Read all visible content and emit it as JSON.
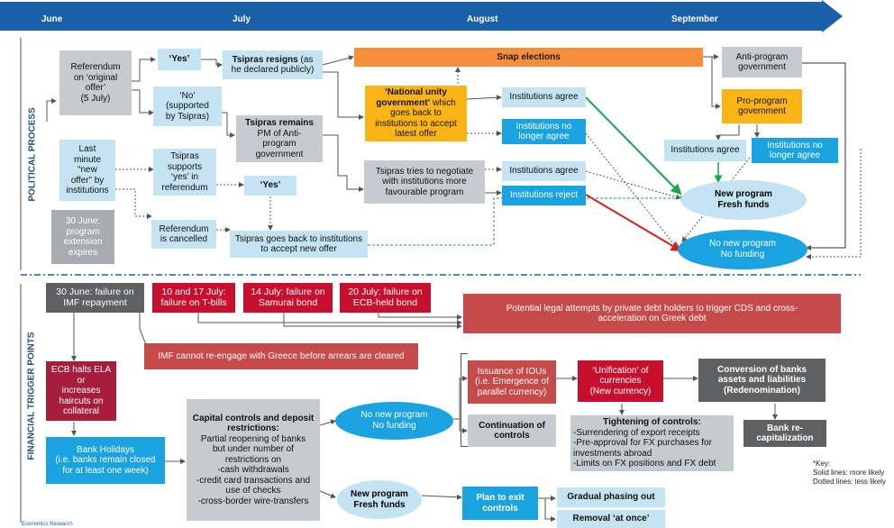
{
  "timeline": {
    "months": [
      "June",
      "July",
      "August",
      "September"
    ],
    "arrow_color": "#1a5fa8"
  },
  "sections": {
    "political": "POLITICAL PROCESS",
    "financial": "FINANCIAL TRIGGER POINTS"
  },
  "political": {
    "referendum_original": "Referendum\non ‘original\noffer’\n(5 July)",
    "yes1": "‘Yes’",
    "no1": "‘No’\n(supported\nby Tsipras)",
    "tsipras_resigns": "Tsipras resigns (as\nhe declared publicly)",
    "tsipras_remains": "Tsipras remains\nPM of Anti-\nprogram\ngovernment",
    "snap_elections": "Snap elections",
    "national_unity": "‘National unity\ngovernment’ which\ngoes back to\ninstitutions to accept\nlatest offer",
    "inst_agree_1": "Institutions agree",
    "inst_no_longer_1": "Institutions no\nlonger agree",
    "anti_program_gov": "Anti-program\ngovernment",
    "pro_program_gov": "Pro-program\ngovernment",
    "inst_agree_2": "Institutions agree",
    "inst_no_longer_2": "Institutions no\nlonger agree",
    "last_minute": "Last\nminute\n“new\noffer” by\ninstitutions",
    "tsipras_supports": "Tsipras\nsupports\n‘yes’ in\nreferendum",
    "yes2": "‘Yes’",
    "tsipras_negotiate": "Tsipras tries to negotiate\nwith institutions more\nfavourable program",
    "inst_agree_3": "Institutions agree",
    "inst_reject": "Institutions reject",
    "new_program_1": "New program\nFresh funds",
    "june30_expires": "30 June:\nprogram\nextension\nexpires",
    "referendum_cancelled": "Referendum\nis cancelled",
    "tsipras_back": "Tsipras goes back to institutions\nto accept new offer",
    "no_program_1": "No new program\nNo funding"
  },
  "financial": {
    "imf_fail": "30 June: failure on\nIMF repayment",
    "tbills": "10 and 17 July:\nfailure on T-bills",
    "samurai": "14 July: failure on\nSamurai bond",
    "ecb_bond": "20 July: failure on\nECB-held bond",
    "legal": "Potential legal  attempts by private debt holders to trigger  CDS and cross-\nacceleration on Greek debt",
    "imf_cannot": "IMF cannot re-engage with  Greece before arrears are cleared",
    "ecb_halts": "ECB halts ELA\nor\nincreases\nhaircuts on\ncollateral",
    "bank_holidays": "Bank Holidays\n(i.e. banks remain closed\nfor at least one week)",
    "capital_title": "Capital controls and deposit\nrestrictions:",
    "capital_body": "Partial reopening of banks\nbut under number of\nrestrictions on\n-cash withdrawals\n-credit card transactions and\nuse of checks\n-cross-border wire-transfers",
    "no_program_2": "No new program\nNo funding",
    "new_program_2": "New program\nFresh funds",
    "ious": "Issuance of IOUs\n(i.e. Emergence of\nparallel currency)",
    "unification": "‘Unification’ of\ncurrencies\n(New currency)",
    "conversion": "Conversion of  banks\nassets and liabilities\n(Redenomination)",
    "continuation": "Continuation of\ncontrols",
    "tightening_title": "Tightening of controls:",
    "tightening_body": "-Surrendering of export receipts\n-Pre-approval for FX purchases for\ninvestments abroad\n-Limits on FX positions and FX debt",
    "bank_recap": "Bank re-\ncapitalization",
    "plan_exit": "Plan to exit\ncontrols",
    "gradual": "Gradual phasing out",
    "removal": "Removal ‘at once’"
  },
  "key": {
    "title": "*Key:",
    "solid": "Solid lines: more likely",
    "dotted": "Dotted lines: less likely"
  },
  "source": "Economics Research"
}
